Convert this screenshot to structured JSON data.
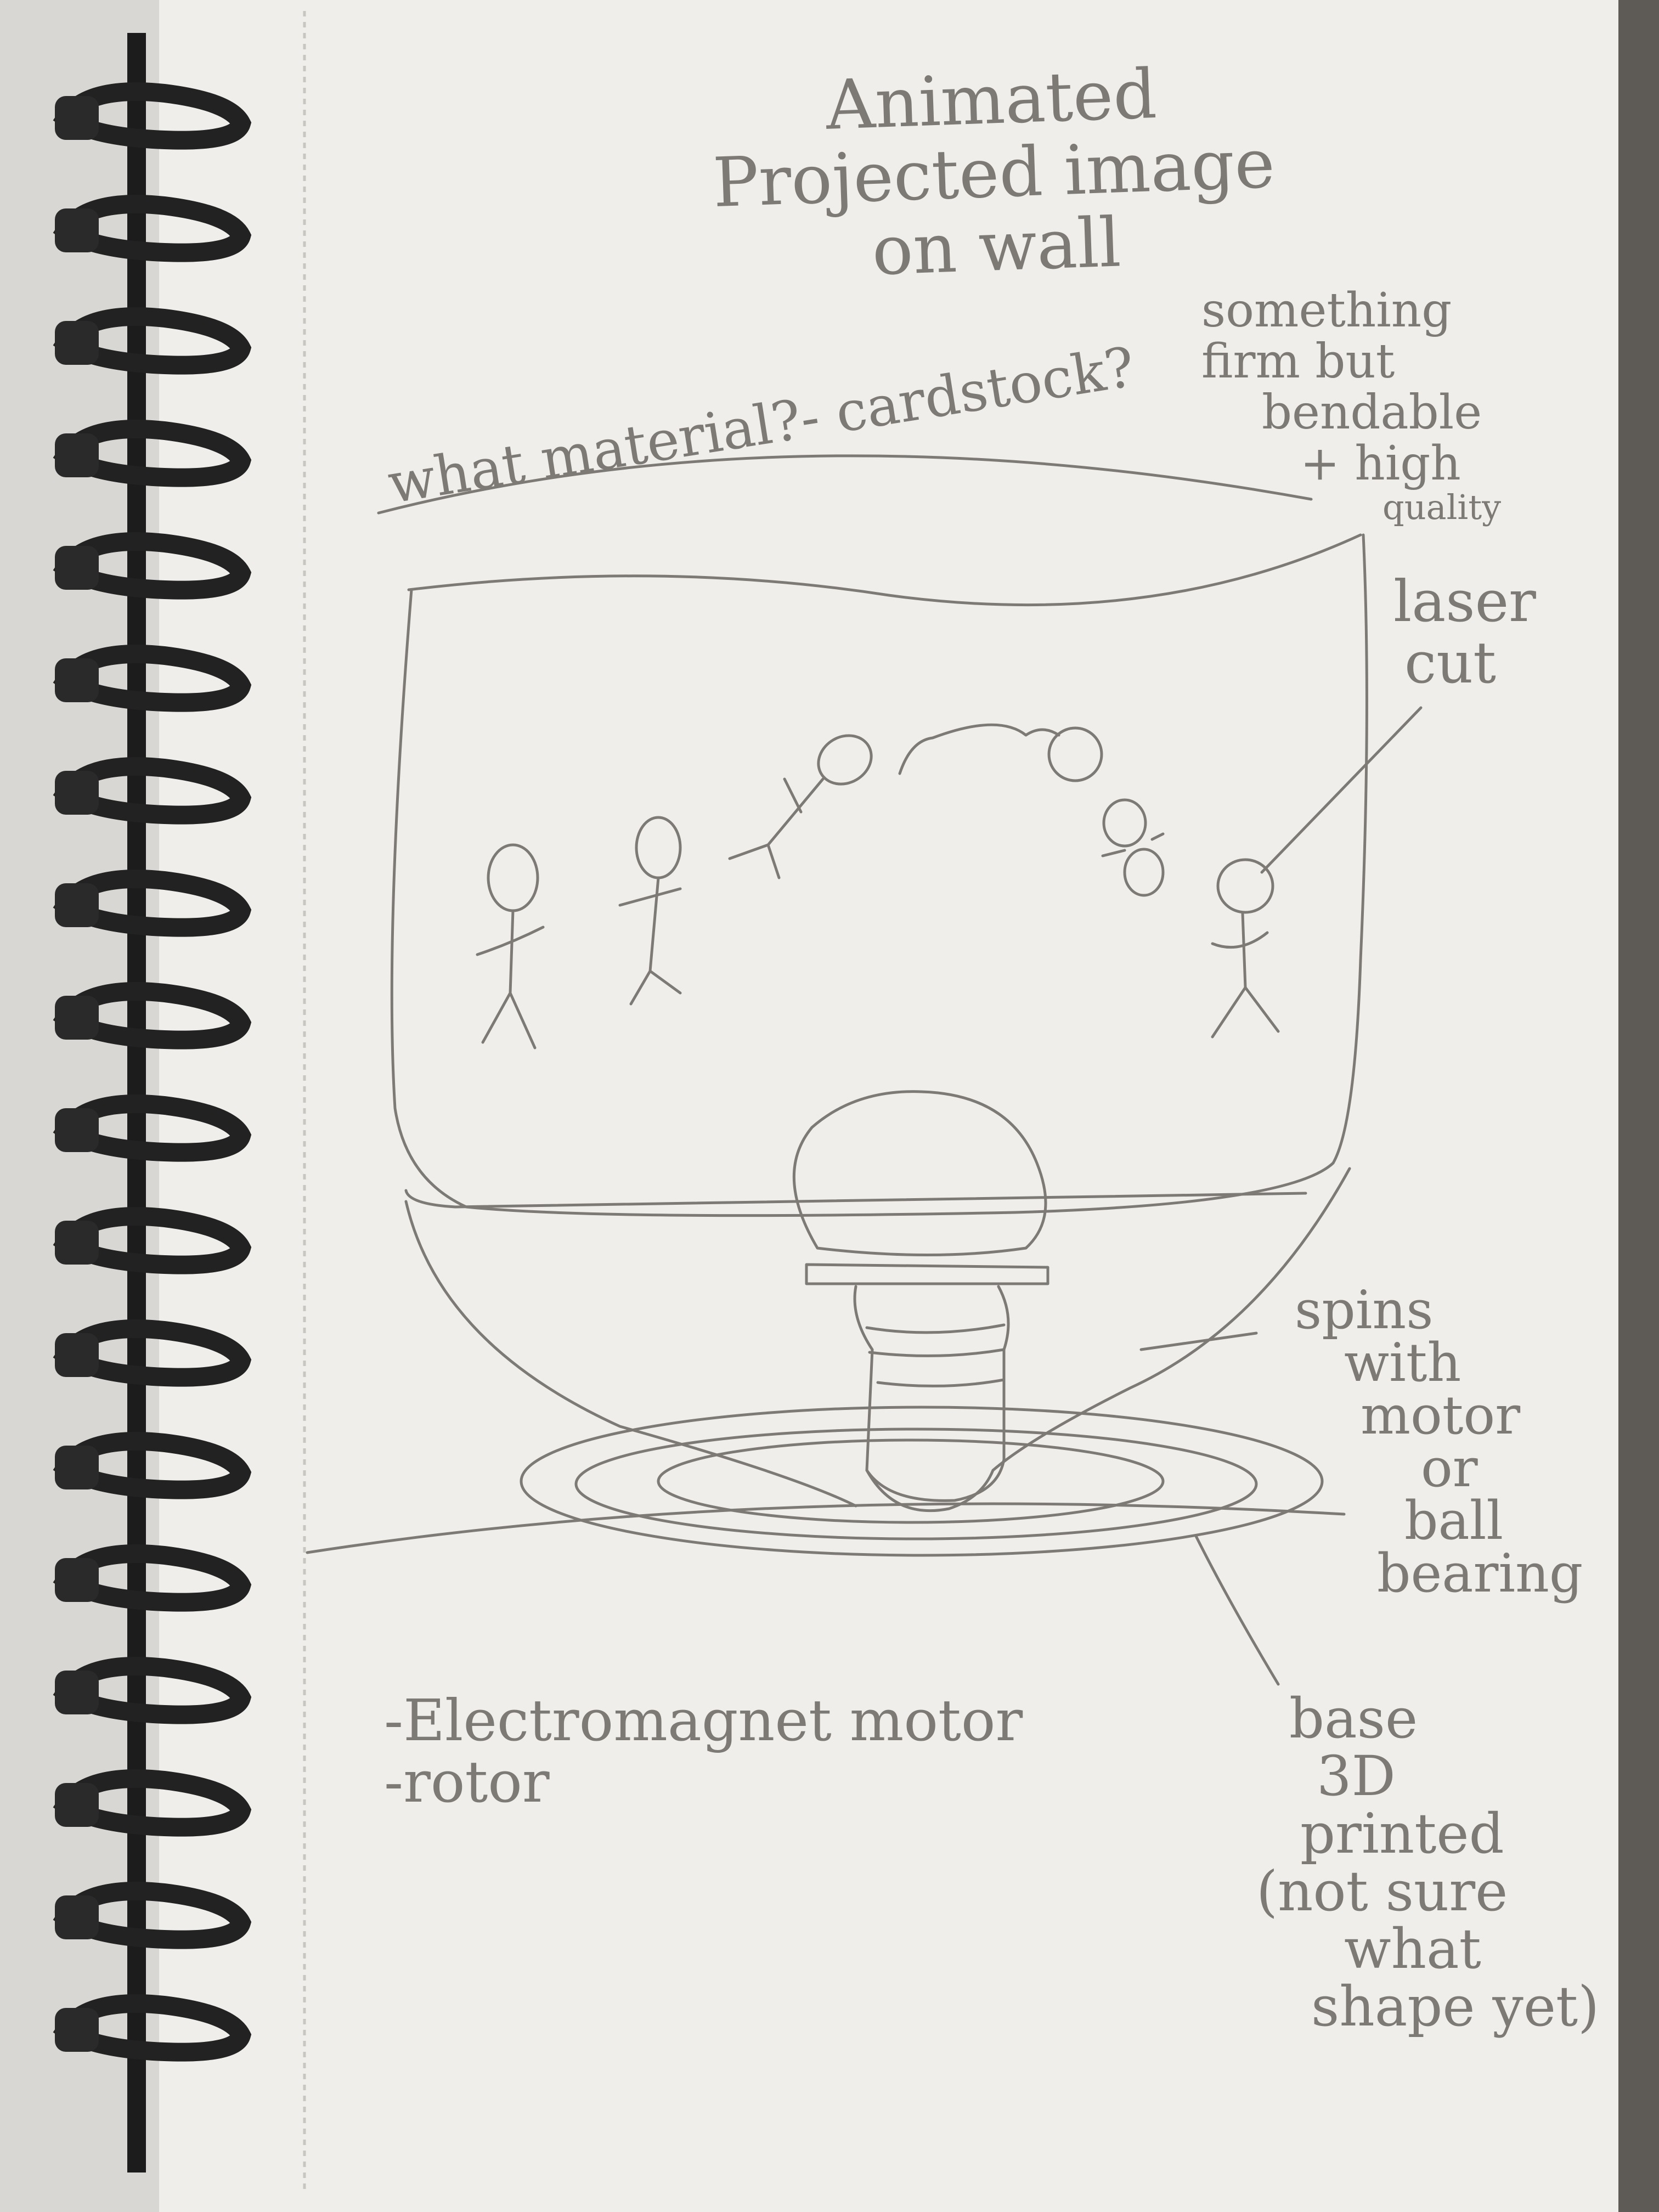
{
  "colors": {
    "paper": "#efeeeb",
    "pencil": "#7d7a76",
    "binding": "#222222",
    "background": "#5e5a55"
  },
  "title": [
    "Animated",
    "Projected image",
    "on wall"
  ],
  "annotations": {
    "material_question": "what material?- cardstock?",
    "material_note": [
      "something",
      "firm but",
      "bendable",
      "+ high",
      "quality"
    ],
    "laser_cut": [
      "laser",
      "cut"
    ],
    "spins": [
      "spins",
      "with",
      "motor",
      "or",
      "ball",
      "bearing"
    ],
    "parts_list": [
      "-Electromagnet motor",
      "-rotor"
    ],
    "base_note": [
      "base",
      "3D",
      "printed",
      "(not sure",
      "what",
      "shape yet)"
    ]
  }
}
